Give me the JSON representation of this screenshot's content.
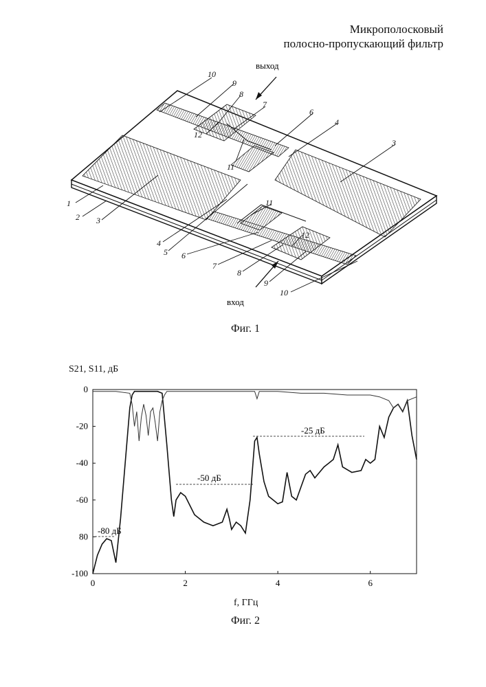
{
  "header": {
    "line1": "Микрополосковый",
    "line2": "полосно-пропускающий фильтр"
  },
  "figure1": {
    "caption": "Фиг. 1",
    "port_out": "выход",
    "port_in": "вход",
    "callouts": [
      "1",
      "2",
      "3",
      "4",
      "5",
      "6",
      "7",
      "8",
      "9",
      "10",
      "11",
      "12"
    ]
  },
  "figure2": {
    "caption": "Фиг. 2"
  },
  "chart_data": {
    "type": "line",
    "ylabel": "S21, S11, дБ",
    "xlabel": "f, ГГц",
    "xlim": [
      0,
      7
    ],
    "ylim": [
      -100,
      0
    ],
    "x_ticks": [
      "0",
      "2",
      "4",
      "6"
    ],
    "y_ticks": [
      "0",
      "-20",
      "-40",
      "-60",
      "80",
      "-100"
    ],
    "annotations": [
      "-80 дБ",
      "-50 дБ",
      "-25 дБ"
    ],
    "series": [
      {
        "color": "#111111",
        "x": [
          0,
          0.1,
          0.2,
          0.3,
          0.4,
          0.5,
          0.6,
          0.7,
          0.8,
          0.85,
          0.9,
          1.0,
          1.1,
          1.2,
          1.3,
          1.4,
          1.5,
          1.6,
          1.7,
          1.75,
          1.8,
          1.9,
          2.0,
          2.2,
          2.4,
          2.6,
          2.8,
          2.9,
          2.95,
          3.0,
          3.1,
          3.2,
          3.3,
          3.4,
          3.5,
          3.55,
          3.6,
          3.7,
          3.8,
          3.9,
          4.0,
          4.1,
          4.2,
          4.3,
          4.4,
          4.5,
          4.6,
          4.7,
          4.8,
          4.9,
          5.0,
          5.1,
          5.2,
          5.3,
          5.4,
          5.6,
          5.8,
          5.9,
          6.0,
          6.1,
          6.2,
          6.3,
          6.4,
          6.5,
          6.6,
          6.7,
          6.8,
          6.9,
          7.0
        ],
        "values": [
          -100,
          -90,
          -84,
          -81,
          -82,
          -94,
          -70,
          -40,
          -10,
          -3,
          -1,
          -1,
          -1,
          -1,
          -1,
          -1,
          -2,
          -30,
          -60,
          -69,
          -60,
          -56,
          -58,
          -68,
          -72,
          -74,
          -72,
          -65,
          -70,
          -76,
          -72,
          -74,
          -78,
          -60,
          -28,
          -26,
          -35,
          -50,
          -58,
          -60,
          -62,
          -61,
          -45,
          -58,
          -60,
          -53,
          -46,
          -44,
          -48,
          -45,
          -42,
          -40,
          -38,
          -30,
          -42,
          -45,
          -44,
          -38,
          -40,
          -38,
          -20,
          -26,
          -15,
          -10,
          -8,
          -12,
          -6,
          -25,
          -38
        ]
      },
      {
        "color": "#333333",
        "x": [
          0,
          0.5,
          0.8,
          0.85,
          0.9,
          0.95,
          1.0,
          1.05,
          1.1,
          1.15,
          1.2,
          1.25,
          1.3,
          1.35,
          1.4,
          1.45,
          1.5,
          1.55,
          1.6,
          2.0,
          2.5,
          3.0,
          3.5,
          3.55,
          3.6,
          4.0,
          4.5,
          5.0,
          5.5,
          6.0,
          6.2,
          6.4,
          6.5,
          6.6,
          6.7,
          6.8,
          7.0
        ],
        "values": [
          -1,
          -1,
          -2,
          -8,
          -20,
          -12,
          -28,
          -15,
          -8,
          -14,
          -25,
          -12,
          -10,
          -18,
          -28,
          -12,
          -6,
          -3,
          -1,
          -1,
          -1,
          -1,
          -1,
          -5,
          -1,
          -1,
          -2,
          -2,
          -3,
          -3,
          -4,
          -6,
          -10,
          -8,
          -12,
          -6,
          -4
        ]
      }
    ]
  }
}
